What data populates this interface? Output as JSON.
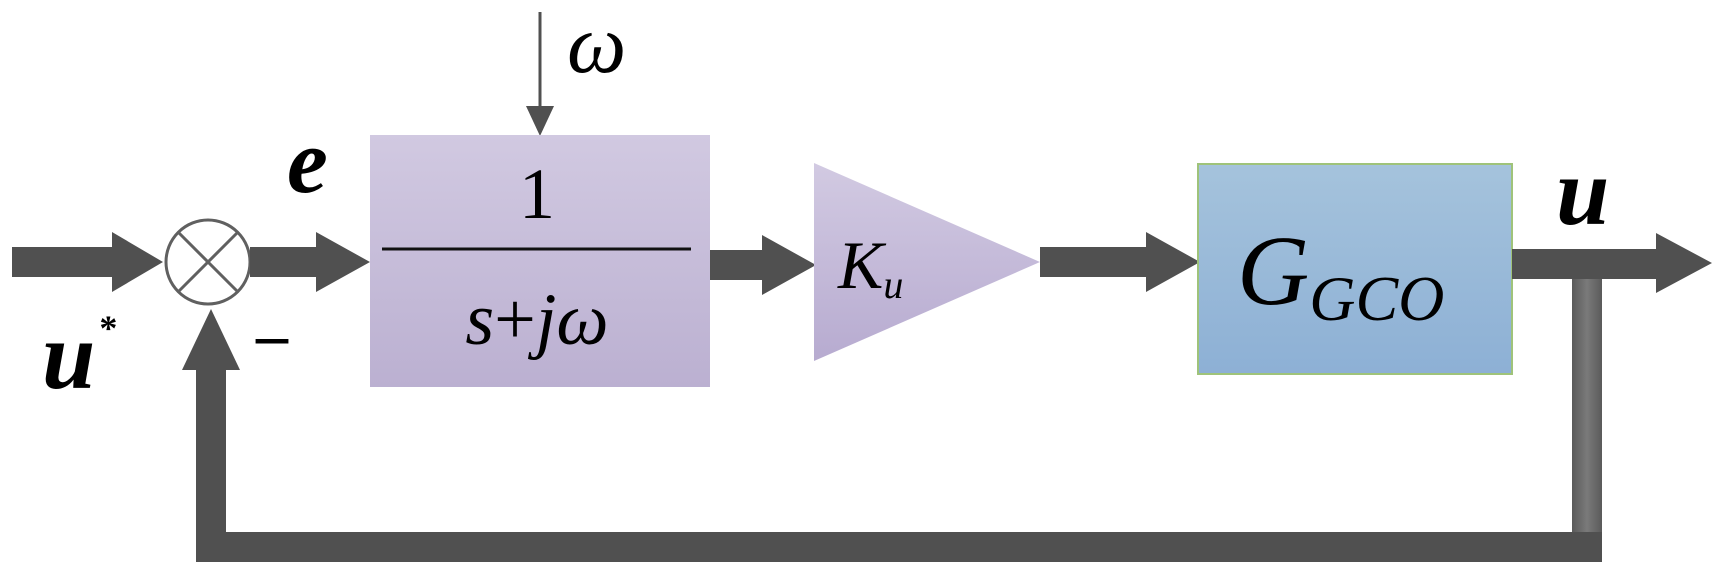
{
  "signals": {
    "reference": {
      "symbol": "u",
      "superscript": "*"
    },
    "error": {
      "symbol": "e"
    },
    "disturbance": {
      "symbol": "ω"
    },
    "output": {
      "symbol": "u"
    },
    "feedback_sign": "–"
  },
  "blocks": {
    "integrator": {
      "numerator": "1",
      "denominator_s": "s",
      "denominator_plus": "+",
      "denominator_j": "j",
      "denominator_omega": "ω"
    },
    "gain": {
      "symbol": "K",
      "subscript": "u"
    },
    "plant": {
      "symbol": "G",
      "subscript": "GCO"
    }
  },
  "colors": {
    "arrow": "#505050",
    "integrator_fill_top": "#d1c9e1",
    "integrator_fill_bottom": "#bbb0d1",
    "gain_fill_top": "#d2cae2",
    "gain_fill_bottom": "#b7abd0",
    "plant_fill_top": "#a5c3dc",
    "plant_fill_bottom": "#8db0d5",
    "plant_border": "#9fc37a",
    "text": "#000000"
  }
}
